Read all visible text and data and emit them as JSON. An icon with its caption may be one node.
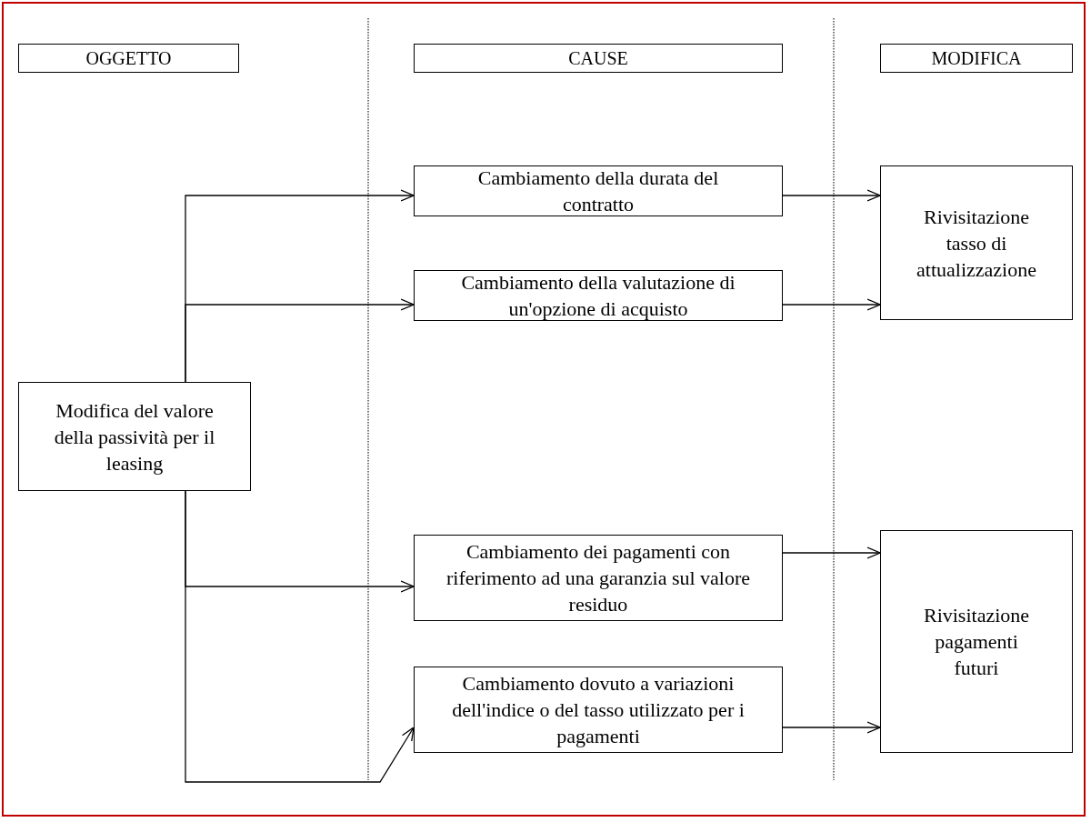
{
  "diagram": {
    "nodes": [
      {
        "text": [
          "OGGETTO"
        ]
      },
      {
        "text": [
          "CAUSE"
        ]
      },
      {
        "text": [
          "MODIFICA"
        ]
      },
      {
        "text": [
          "Modifica del valore della passività per il leasing"
        ]
      },
      {
        "text": [
          "Cambiamento della durata del contratto"
        ]
      },
      {
        "text": [
          "Cambiamento della valutazione di un'opzione di acquisto"
        ]
      },
      {
        "text": [
          "Rivisitazione tasso di attualizzazione"
        ]
      },
      {
        "text": [
          "Cambiamento dei pagamenti con riferimento ad una garanzia sul valore residuo"
        ]
      },
      {
        "text": [
          "Cambiamento dovuto a variazioni dell'indice o del tasso utilizzato per i pagamenti"
        ]
      },
      {
        "text": [
          "Rivisitazione pagamenti futuri"
        ]
      }
    ],
    "edges": [
      {
        "from": 3,
        "to": 4,
        "arrow": "to"
      },
      {
        "from": 3,
        "to": 5,
        "arrow": "to"
      },
      {
        "from": 3,
        "to": 7,
        "arrow": "to"
      },
      {
        "from": 3,
        "to": 8,
        "arrow": "to"
      },
      {
        "from": 4,
        "to": 6,
        "arrow": "to"
      },
      {
        "from": 5,
        "to": 6,
        "arrow": "to"
      },
      {
        "from": 7,
        "to": 9,
        "arrow": "to"
      },
      {
        "from": 8,
        "to": 9,
        "arrow": "to"
      }
    ]
  }
}
